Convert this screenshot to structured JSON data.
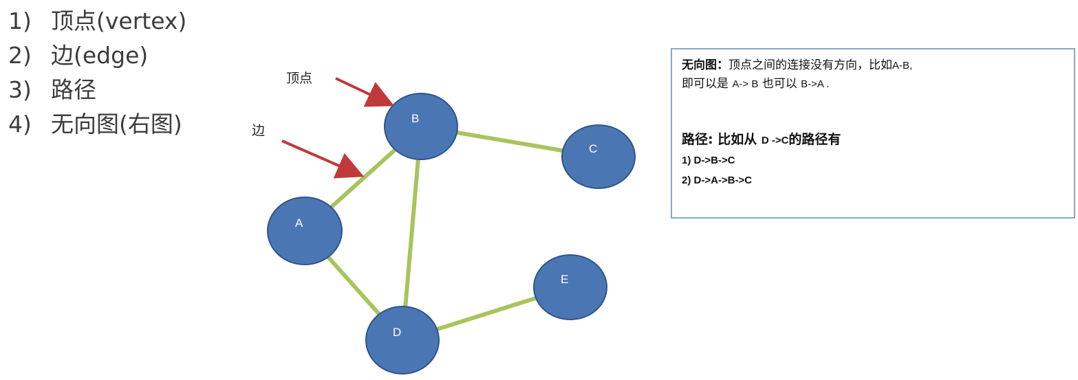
{
  "outline": [
    {
      "num": "1)",
      "text": "顶点(vertex)"
    },
    {
      "num": "2)",
      "text": "边(edge)"
    },
    {
      "num": "3)",
      "text": "路径"
    },
    {
      "num": "4)",
      "text": "无向图(右图)"
    }
  ],
  "annotations": {
    "vertex": "顶点",
    "edge": "边"
  },
  "graph": {
    "nodes": [
      "A",
      "B",
      "C",
      "D",
      "E"
    ],
    "edges": [
      [
        "A",
        "B"
      ],
      [
        "B",
        "C"
      ],
      [
        "B",
        "D"
      ],
      [
        "A",
        "D"
      ],
      [
        "D",
        "E"
      ]
    ],
    "colors": {
      "node_fill": "#4a77b4",
      "node_stroke": "#2f548a",
      "edge": "#a8c45c",
      "arrow": "#c0393b"
    }
  },
  "info": {
    "undirected_title": "无向图：",
    "undirected_text1": "顶点之间的连接没有方向，比如",
    "undirected_code1": "A-B,",
    "undirected_text2": "即可以是 ",
    "undirected_code2": "A-> B",
    "undirected_text3": " 也可以 ",
    "undirected_code3": "B->A .",
    "path_title": "路径: 比如从 ",
    "path_code": "D ->C",
    "path_suffix": "的路径有",
    "paths": [
      "1) D->B->C",
      "2) D->A->B->C"
    ]
  }
}
